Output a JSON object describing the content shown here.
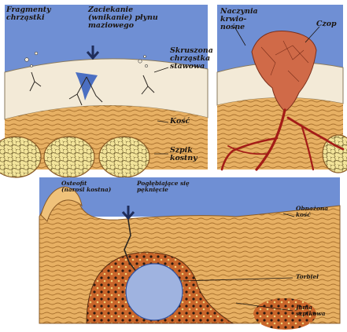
{
  "colors": {
    "fluid": "#6f8fd4",
    "fluid_dark": "#2f4f9c",
    "cartilage": "#f3ead7",
    "bone": "#e7b063",
    "bone_line": "#a8702d",
    "marrow_cell": "#f2e49a",
    "vessel": "#a31c17",
    "plug": "#d06a48",
    "cyst": "#9fb3e0",
    "ink": "#1b1510"
  },
  "panels": {
    "a": {
      "label_fragments": "Fragmenty\nchrząstki",
      "label_seepage": "Zaciekanie\n(wnikanie) płynu\nmaziowego",
      "label_crushed": "Skruszona\nchrząstka\nstawowa",
      "label_bone": "Kość",
      "label_marrow": "Szpik\nkostny"
    },
    "b": {
      "label_vessels": "Naczynia\nkrwio-\nnośne",
      "label_plug": "Czop"
    },
    "c": {
      "label_osteophyte": "Osteofit\n(narośl kostna)",
      "label_cracks": "Pogłębiające się\npęknięcie",
      "label_exposed": "Obnażona\nkość",
      "label_cyst": "Torbiel",
      "label_cavity": "Jama\nszpikowa"
    }
  }
}
